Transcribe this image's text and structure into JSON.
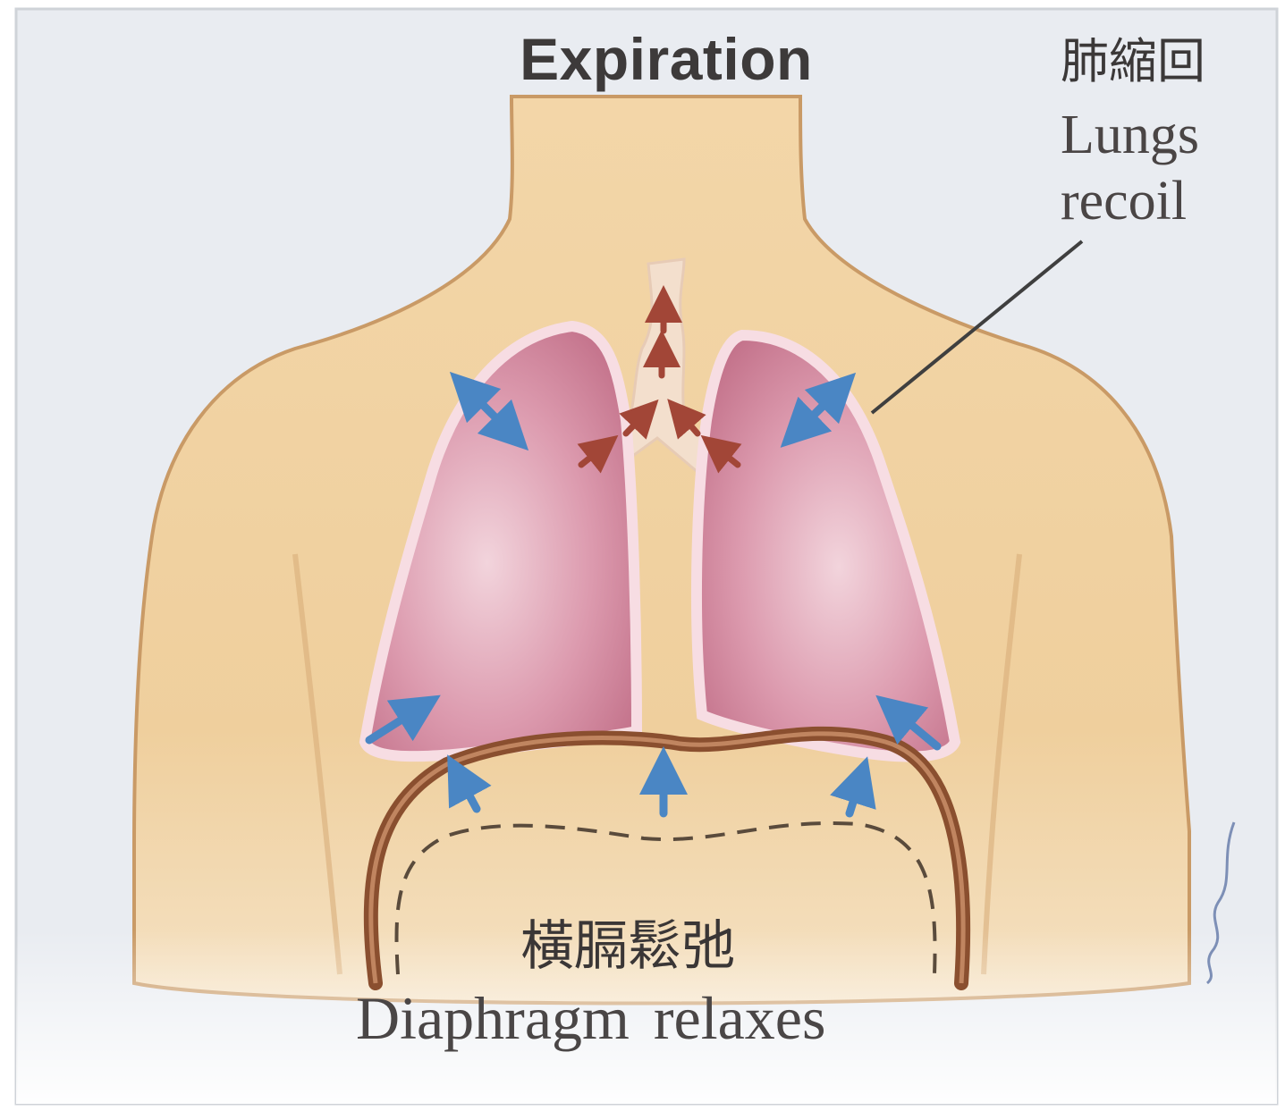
{
  "title": "Expiration",
  "labels": {
    "lungs_cn": "肺縮回",
    "lungs_en_line1": "Lungs",
    "lungs_en_line2": "recoil",
    "diaphragm_cn": "橫膈鬆弛",
    "diaphragm_en": "Diaphragm relaxes"
  },
  "colors": {
    "background": "#eaedf2",
    "skin": "#f0d3a5",
    "skin_shadow": "#d9a873",
    "lung": "#d58aa0",
    "lung_border": "#f6dde2",
    "diaphragm": "#8a4f2f",
    "arrow_blue": "#4a86c4",
    "arrow_red": "#a24637",
    "text": "#3d3a3a"
  }
}
